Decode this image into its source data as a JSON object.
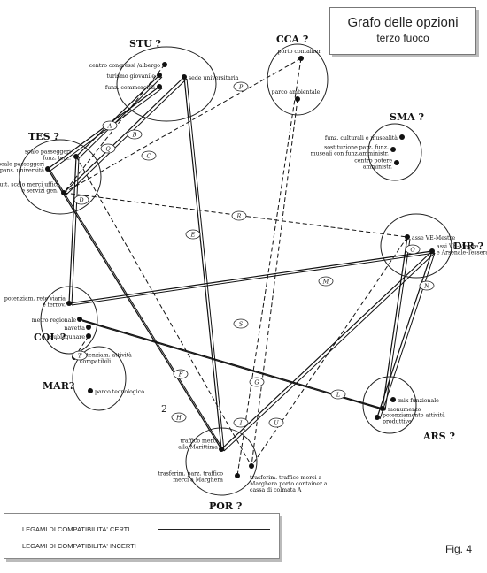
{
  "title": "Grafo delle opzioni",
  "subtitle": "terzo fuoco",
  "figure_label": "Fig. 4",
  "legend": {
    "certain": "LEGAMI DI COMPATIBILITA' CERTI",
    "uncertain": "LEGAMI DI COMPATIBILITA' INCERTI"
  },
  "groups": [
    {
      "id": "STU",
      "label": "STU ?",
      "options": [
        {
          "id": "stu1",
          "label": "centro congressi /albergo"
        },
        {
          "id": "stu2",
          "label": "turismo giovanile"
        },
        {
          "id": "stu3",
          "label": "funz. commerciali"
        },
        {
          "id": "stu4",
          "label": "sede universitaria"
        }
      ]
    },
    {
      "id": "CCA",
      "label": "CCA ?",
      "options": [
        {
          "id": "cca1",
          "label": "porto container"
        },
        {
          "id": "cca2",
          "label": "parco ambientale"
        }
      ]
    },
    {
      "id": "SMA",
      "label": "SMA ?",
      "options": [
        {
          "id": "sma1",
          "label": "funz. culturali e musealità"
        },
        {
          "id": "sma2",
          "label": "sostituzione parz. funz. museali con funz.amministr."
        },
        {
          "id": "sma3",
          "label": "centro potere amministr."
        }
      ]
    },
    {
      "id": "TES",
      "label": "TES ?",
      "options": [
        {
          "id": "tes1",
          "label": "scalo passeggeri funz. terz."
        },
        {
          "id": "tes2",
          "label": "scalo passeggeri espans. università"
        },
        {
          "id": "tes3",
          "label": "ristrutt. scalo merci uffici e servizi gen."
        }
      ]
    },
    {
      "id": "DIR",
      "label": "DIR ?",
      "options": [
        {
          "id": "dir1",
          "label": "asse VE-Mestre"
        },
        {
          "id": "dir2",
          "label": "assi VE-Mestre e Arsenale-Tessera"
        }
      ]
    },
    {
      "id": "COL",
      "label": "COL ?",
      "options": [
        {
          "id": "col1",
          "label": "potenziam. rete viaria e ferrov."
        },
        {
          "id": "col2",
          "label": "metro regionale"
        },
        {
          "id": "col3",
          "label": "navetta"
        },
        {
          "id": "col4",
          "label": "sublagunare"
        }
      ]
    },
    {
      "id": "MAR",
      "label": "MAR?",
      "options": [
        {
          "id": "mar1",
          "label": "potenziam. attività compatibili"
        },
        {
          "id": "mar2",
          "label": "parco tecnologico"
        }
      ]
    },
    {
      "id": "ARS",
      "label": "ARS ?",
      "options": [
        {
          "id": "ars1",
          "label": "mix funzionale"
        },
        {
          "id": "ars2",
          "label": "monumento"
        },
        {
          "id": "ars3",
          "label": "potenziamento attività produttive"
        }
      ]
    },
    {
      "id": "POR",
      "label": "POR ?",
      "options": [
        {
          "id": "por1",
          "label": "traffico merci alla Marittima"
        },
        {
          "id": "por2",
          "label": "trasferim. parz. traffico merci a Marghera"
        },
        {
          "id": "por3",
          "label": "trasferim. traffico merci a Marghera porto container a cassa di colmata A"
        }
      ]
    }
  ],
  "links": [
    {
      "label": "A",
      "from": "stu2",
      "to": "tes1",
      "type": "certain"
    },
    {
      "label": "B",
      "from": "stu3",
      "to": "tes2",
      "type": "certain"
    },
    {
      "label": "Q",
      "from": "stu1",
      "to": "tes3",
      "type": "uncertain"
    },
    {
      "label": "C",
      "from": "stu4",
      "to": "tes3",
      "type": "certain"
    },
    {
      "label": "P",
      "from": "cca1",
      "to": "tes3",
      "type": "uncertain"
    },
    {
      "label": "D",
      "from": "tes1",
      "to": "col1",
      "type": "certain"
    },
    {
      "label": "R",
      "from": "tes3",
      "to": "dir1",
      "type": "uncertain"
    },
    {
      "label": "E",
      "from": "stu4",
      "to": "por1",
      "type": "certain"
    },
    {
      "label": "M",
      "from": "col1",
      "to": "dir2",
      "type": "certain"
    },
    {
      "label": "O",
      "from": "dir1",
      "to": "ars2",
      "type": "certain"
    },
    {
      "label": "N",
      "from": "dir2",
      "to": "ars3",
      "type": "certain"
    },
    {
      "label": "S",
      "from": "cca1",
      "to": "por2",
      "type": "uncertain"
    },
    {
      "label": "T",
      "from": "mar1",
      "to": "col4",
      "type": "uncertain"
    },
    {
      "label": "F",
      "from": "tes2",
      "to": "por1",
      "type": "certain"
    },
    {
      "label": "G",
      "from": "cca2",
      "to": "por3",
      "type": "uncertain"
    },
    {
      "label": "L",
      "from": "col2",
      "to": "ars2",
      "type": "certain"
    },
    {
      "label": "H",
      "from": "tes1",
      "to": "por3",
      "type": "uncertain"
    },
    {
      "label": "I",
      "from": "dir2",
      "to": "por1",
      "type": "certain"
    },
    {
      "label": "U",
      "from": "dir1",
      "to": "por3",
      "type": "uncertain"
    }
  ],
  "annotations": [
    {
      "id": "num-2",
      "text": "2"
    }
  ]
}
